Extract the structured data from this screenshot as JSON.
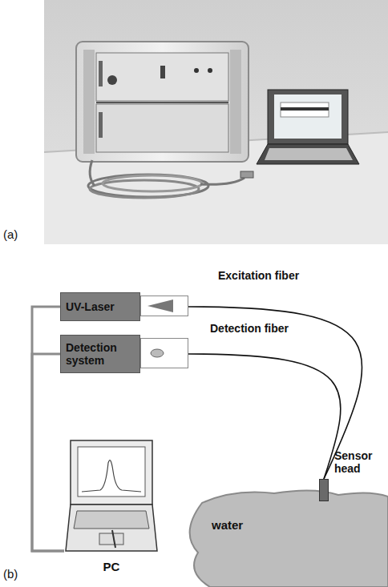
{
  "diagram": {
    "nodes": [
      {
        "text": [
          "UV-Laser"
        ]
      },
      {
        "text": [
          "Detection system"
        ]
      },
      {
        "text": [
          "Sensor head"
        ]
      },
      {
        "text": [
          "PC"
        ]
      },
      {
        "text": [
          "water"
        ]
      }
    ],
    "edges": [
      {
        "from": 0,
        "to": 2,
        "label": "Excitation fiber",
        "arrow": "none"
      },
      {
        "from": 1,
        "to": 2,
        "label": "Detection fiber",
        "arrow": "none"
      },
      {
        "from": 3,
        "to": 0,
        "arrow": "none"
      },
      {
        "from": 3,
        "to": 1,
        "arrow": "none"
      }
    ],
    "labels": [
      "(a)",
      "(b)"
    ]
  }
}
